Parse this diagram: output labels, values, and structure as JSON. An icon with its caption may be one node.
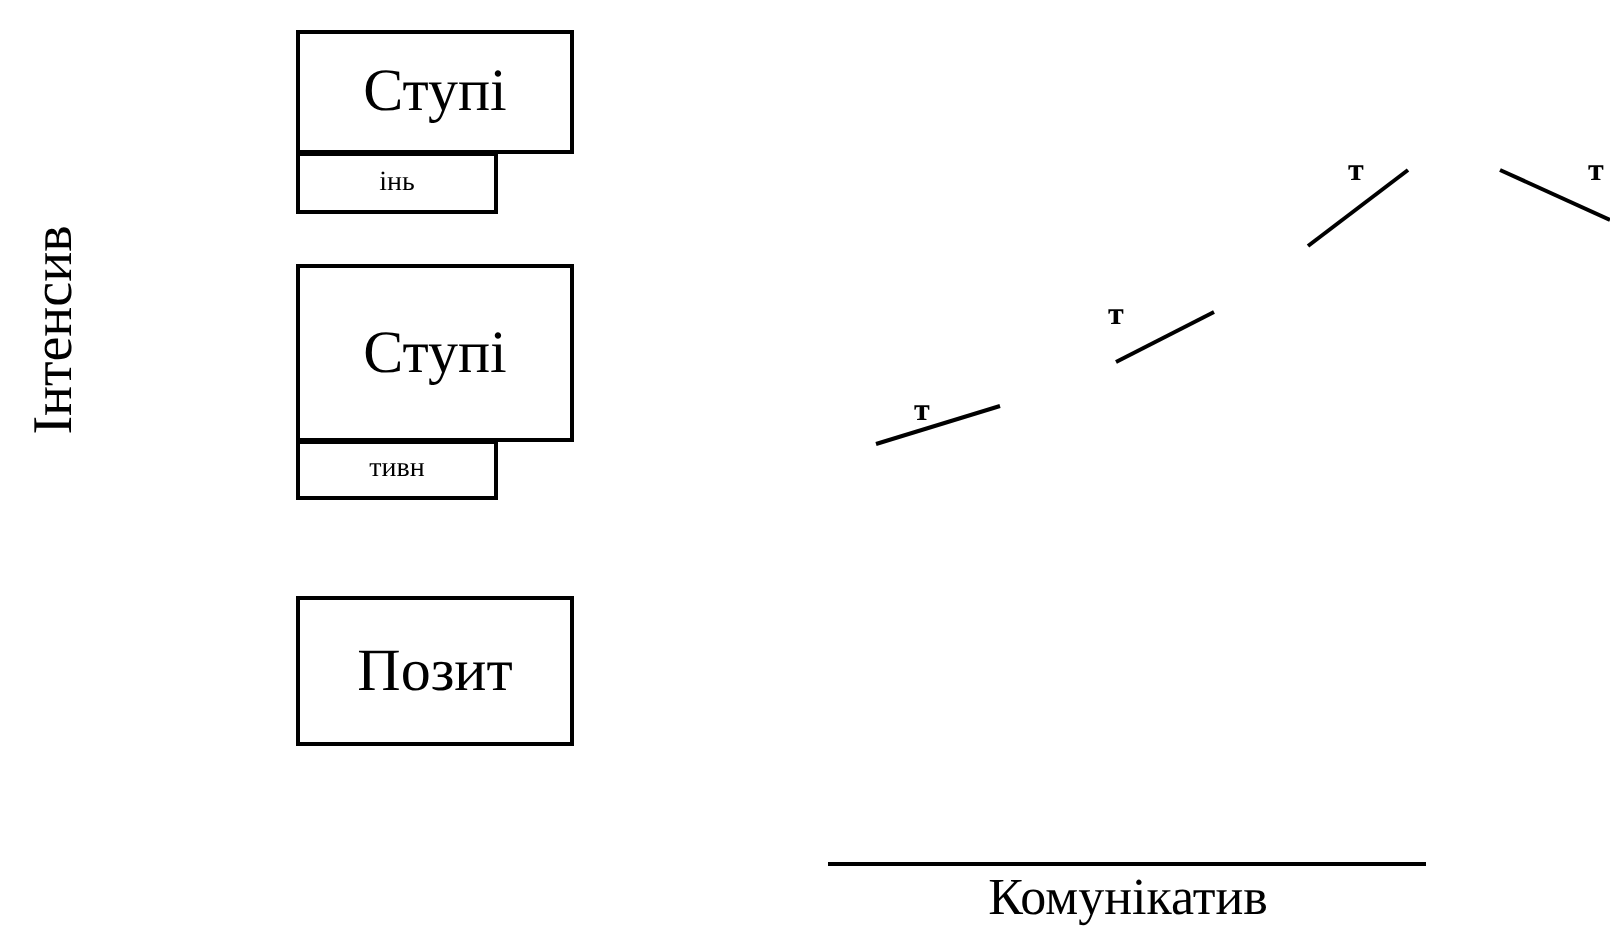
{
  "diagram": {
    "nodes": [
      {
        "text": [
          "Ступі"
        ]
      },
      {
        "text": [
          "інь"
        ]
      },
      {
        "text": [
          "Ступі"
        ]
      },
      {
        "text": [
          "тивн"
        ]
      },
      {
        "text": [
          "Позит"
        ]
      }
    ],
    "labels": [
      "Інтенсив",
      "т",
      "т",
      "т",
      "т",
      "Комунікатив"
    ]
  }
}
